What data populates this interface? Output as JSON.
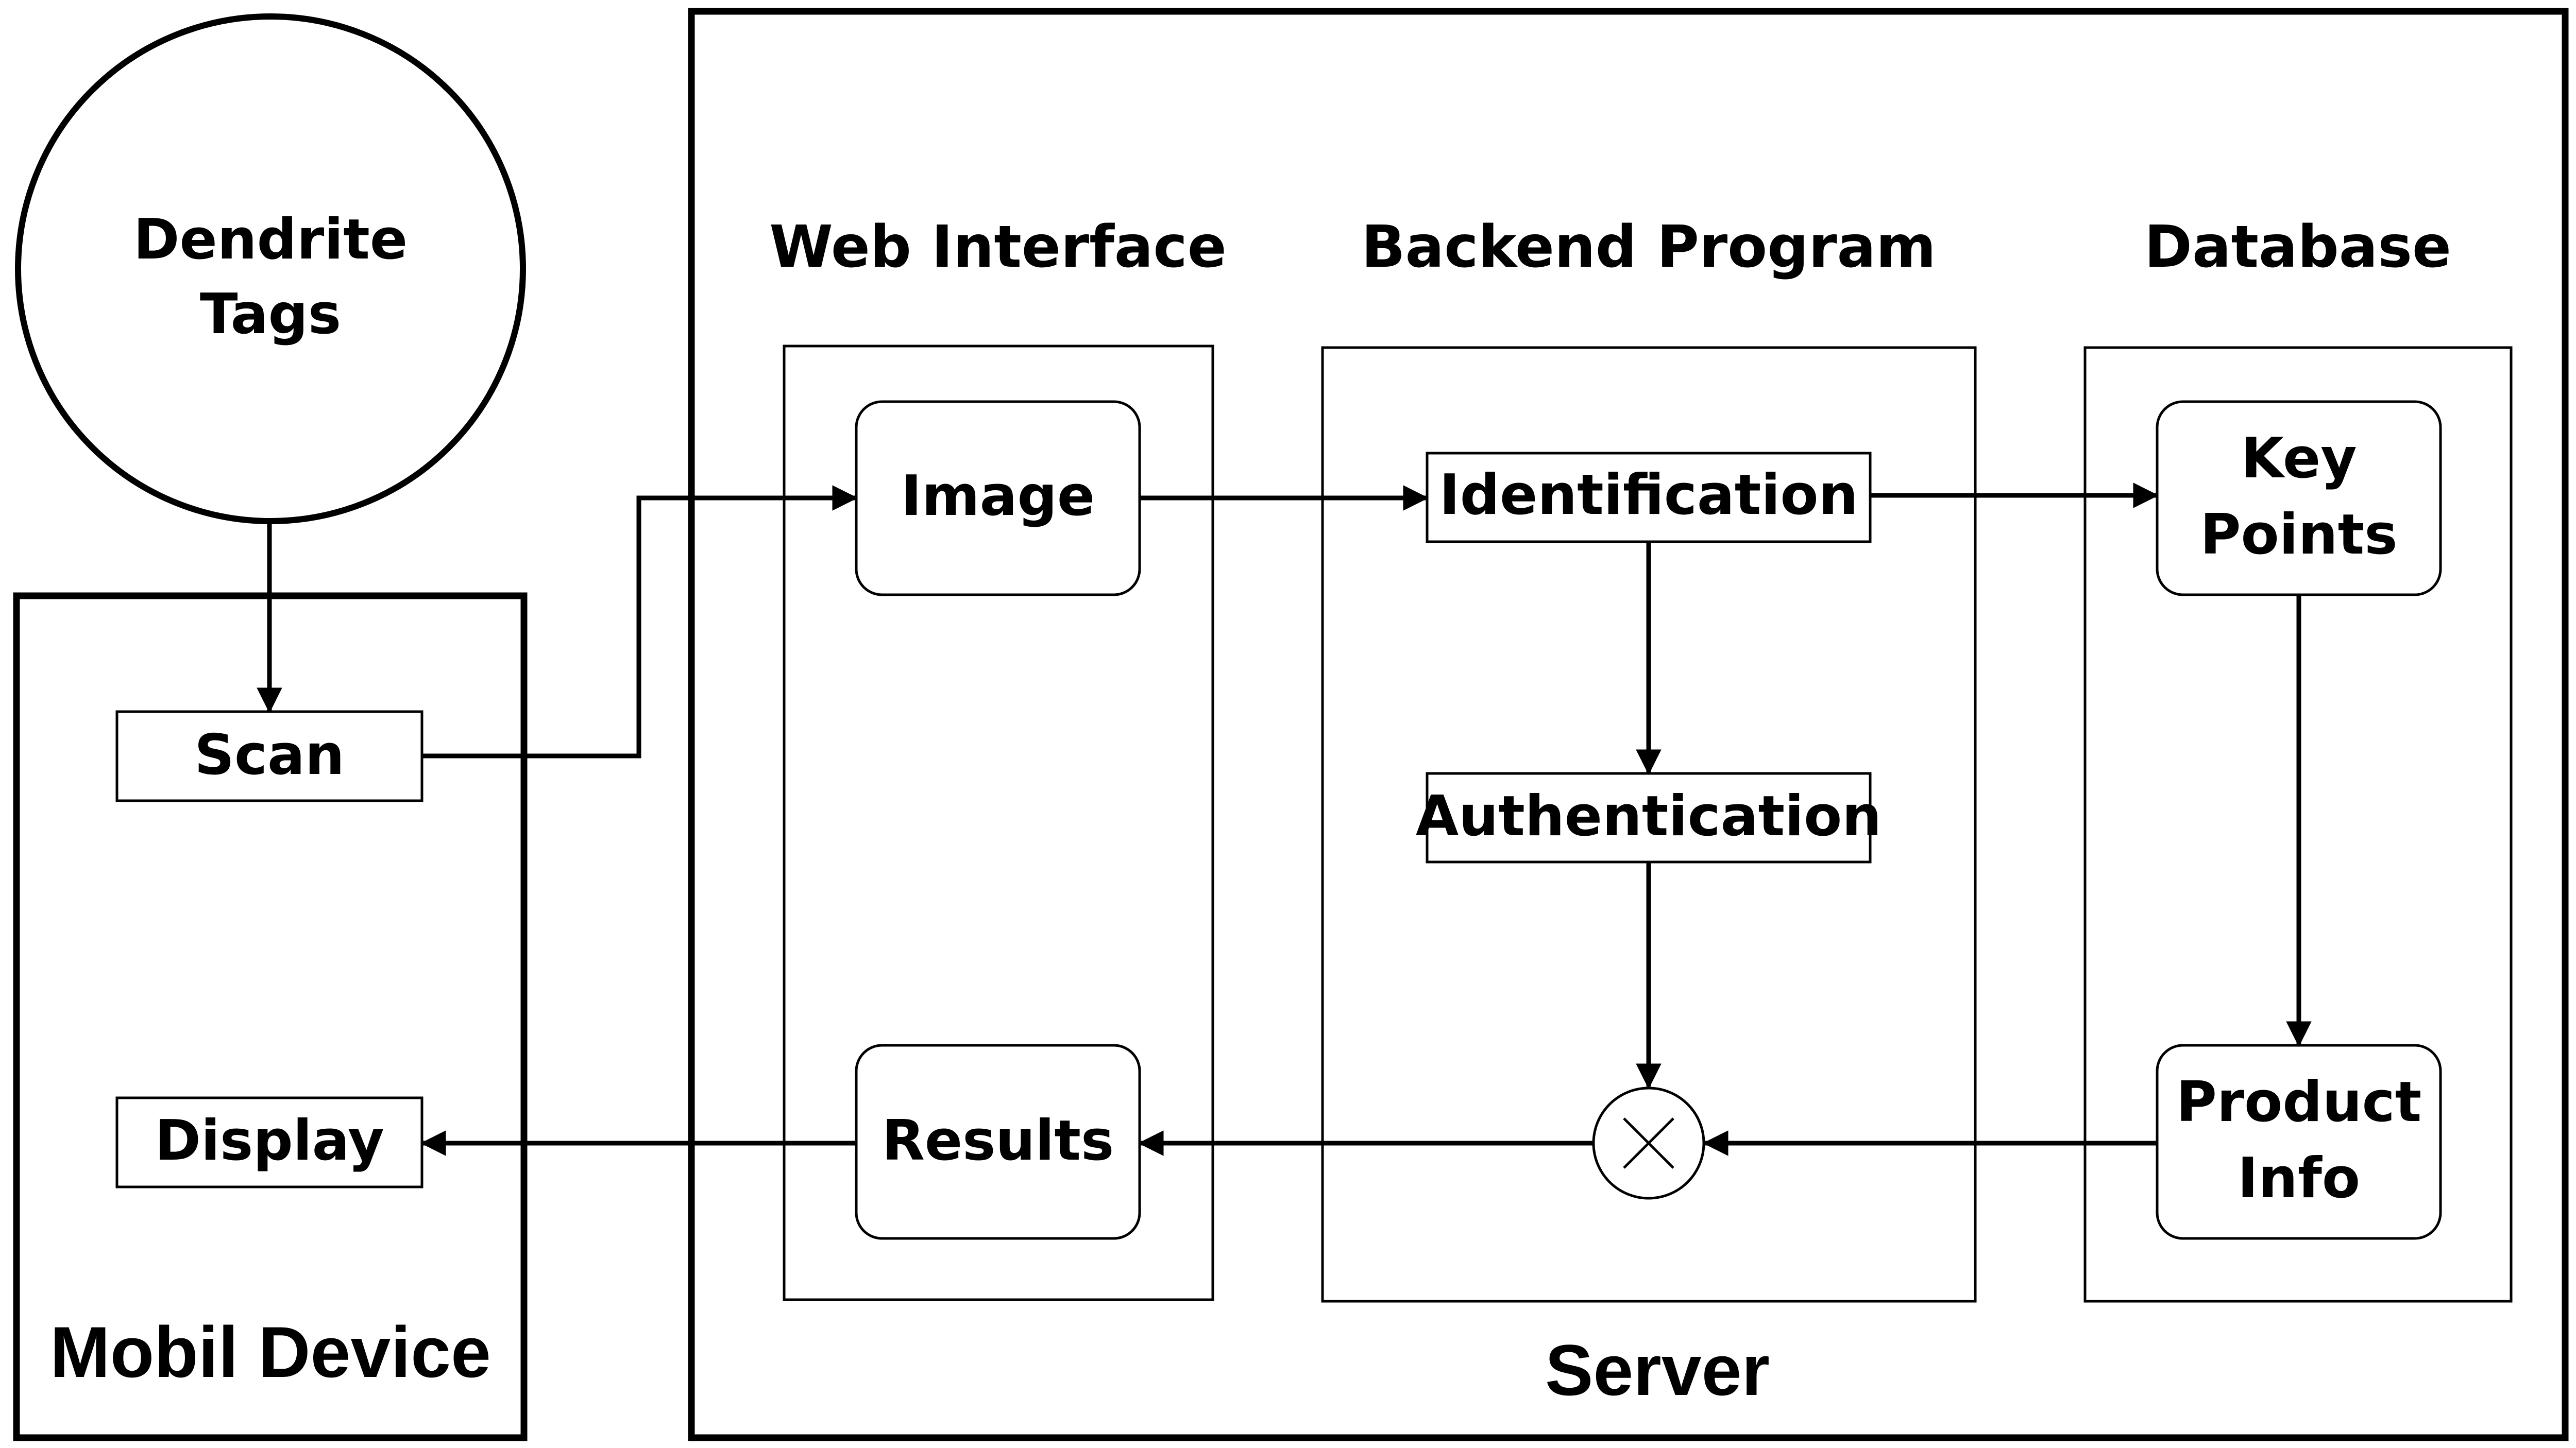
{
  "colors": {
    "stroke": "#000000",
    "background": "#ffffff"
  },
  "source_node": {
    "line1": "Dendrite",
    "line2": "Tags"
  },
  "mobile_device": {
    "label": "Mobil Device",
    "scan": "Scan",
    "display": "Display"
  },
  "server": {
    "label": "Server",
    "web_interface": {
      "title": "Web Interface",
      "image": "Image",
      "results": "Results"
    },
    "backend_program": {
      "title": "Backend Program",
      "identification": "Identification",
      "authentication": "Authentication",
      "combine_symbol": "multiply-circle-icon"
    },
    "database": {
      "title": "Database",
      "key_points_line1": "Key",
      "key_points_line2": "Points",
      "product_info_line1": "Product",
      "product_info_line2": "Info"
    }
  }
}
